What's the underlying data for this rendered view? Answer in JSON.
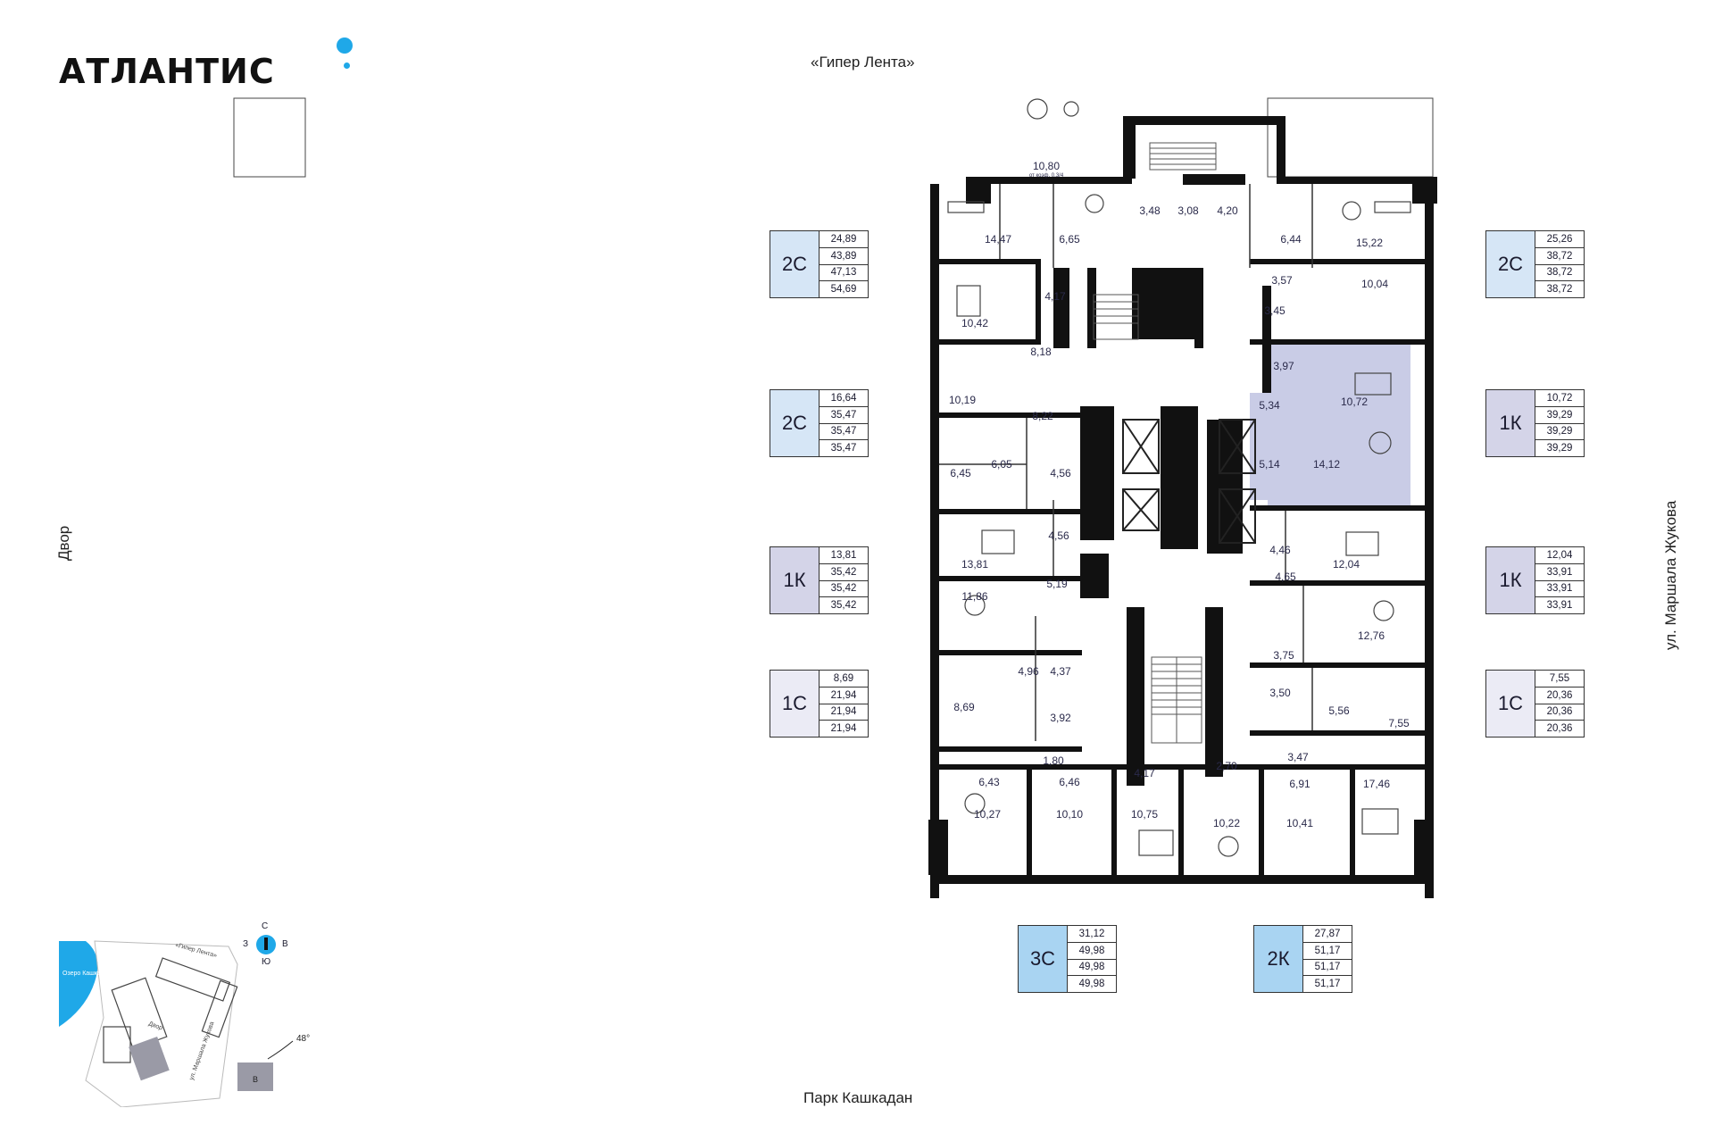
{
  "brand": {
    "name": "АТЛАНТИС"
  },
  "orientation": {
    "top": "«Гипер Лента»",
    "bottom": "Парк Кашкадан",
    "left": "Двор",
    "right": "ул. Маршала Жукова"
  },
  "colors": {
    "accent": "#1fa8e8",
    "type_2c": "#d6e6f6",
    "type_1k": "#d4d4e8",
    "type_1c": "#ebebf5",
    "type_3c": "#a9d4f2",
    "type_2k": "#a9d4f2",
    "highlight": "#c9cce6"
  },
  "unit_cards": [
    {
      "type": "2С",
      "areas": [
        "24,89",
        "43,89",
        "47,13",
        "54,69"
      ],
      "color": "#d6e6f6"
    },
    {
      "type": "2С",
      "areas": [
        "16,64",
        "35,47",
        "35,47",
        "35,47"
      ],
      "color": "#d6e6f6"
    },
    {
      "type": "1К",
      "areas": [
        "13,81",
        "35,42",
        "35,42",
        "35,42"
      ],
      "color": "#d4d4e8"
    },
    {
      "type": "1С",
      "areas": [
        "8,69",
        "21,94",
        "21,94",
        "21,94"
      ],
      "color": "#ebebf5"
    },
    {
      "type": "2С",
      "areas": [
        "25,26",
        "38,72",
        "38,72",
        "38,72"
      ],
      "color": "#d6e6f6"
    },
    {
      "type": "1К",
      "areas": [
        "10,72",
        "39,29",
        "39,29",
        "39,29"
      ],
      "color": "#d4d4e8"
    },
    {
      "type": "1К",
      "areas": [
        "12,04",
        "33,91",
        "33,91",
        "33,91"
      ],
      "color": "#d4d4e8"
    },
    {
      "type": "1С",
      "areas": [
        "7,55",
        "20,36",
        "20,36",
        "20,36"
      ],
      "color": "#ebebf5"
    },
    {
      "type": "3С",
      "areas": [
        "31,12",
        "49,98",
        "49,98",
        "49,98"
      ],
      "color": "#a9d4f2"
    },
    {
      "type": "2К",
      "areas": [
        "27,87",
        "51,17",
        "51,17",
        "51,17"
      ],
      "color": "#a9d4f2"
    }
  ],
  "room_labels": [
    "10,80",
    "от коэф. 0,3/4",
    "14,47",
    "6,65",
    "3,48",
    "3,08",
    "4,20",
    "6,44",
    "15,22",
    "10,42",
    "4,17",
    "3,57",
    "10,04",
    "8,18",
    "3,45",
    "10,19",
    "3,97",
    "10,72",
    "8,22",
    "5,34",
    "6,45",
    "6,05",
    "4,56",
    "5,14",
    "14,12",
    "4,56",
    "4,46",
    "13,81",
    "12,04",
    "5,19",
    "4,65",
    "11,86",
    "12,76",
    "3,75",
    "4,96",
    "4,37",
    "8,69",
    "3,50",
    "5,56",
    "7,55",
    "3,92",
    "3,47",
    "1,80",
    "4,17",
    "2,70",
    "6,43",
    "6,46",
    "6,91",
    "17,46",
    "10,27",
    "10,10",
    "10,75",
    "10,22",
    "10,41"
  ],
  "minimap": {
    "top_label": "«Гипер Лента»",
    "lake_label": "Озеро Кашкадан",
    "yard_label": "Двор",
    "street_label": "ул. Маршала Жукова",
    "section_label": "В",
    "rotation": "48°"
  },
  "compass": {
    "n": "С",
    "s": "Ю",
    "w": "З",
    "e": "В"
  }
}
